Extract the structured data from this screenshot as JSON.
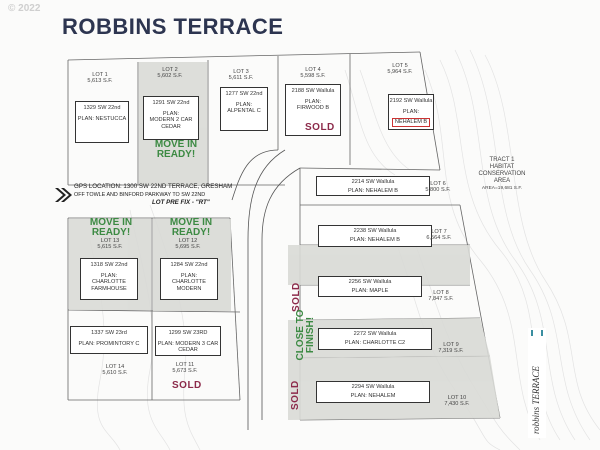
{
  "copyright": "© 2022",
  "title": "ROBBINS TERRACE",
  "gps": {
    "line1": "GPS LOCATION: 1300 SW 22ND TERRACE, GRESHAM",
    "line2": "OFF TOWLE AND BINFORD PARKWAY TO SW 22ND",
    "line3": "LOT PRE FIX - \"RT\""
  },
  "tract": {
    "name": "TRACT 1",
    "desc1": "HABITAT",
    "desc2": "CONSERVATION",
    "desc3": "AREA",
    "area": "AREA=19,681 S.F."
  },
  "lots": [
    {
      "lot": "LOT 1",
      "sf": "5,613 S.F.",
      "address": "1329 SW 22nd",
      "plan": "PLAN: NESTUCCA"
    },
    {
      "lot": "LOT 2",
      "sf": "5,602 S.F.",
      "address": "1291 SW 22nd",
      "plan": "PLAN:",
      "plan2": "MODERN 2 CAR",
      "plan3": "CEDAR"
    },
    {
      "lot": "LOT 3",
      "sf": "5,611 S.F.",
      "address": "1277 SW 22nd",
      "plan": "PLAN:",
      "plan2": "ALPENTAL C"
    },
    {
      "lot": "LOT 4",
      "sf": "5,598 S.F.",
      "address": "2188 SW Wallula",
      "plan": "PLAN:",
      "plan2": "FIRWOOD B"
    },
    {
      "lot": "LOT 5",
      "sf": "5,964 S.F.",
      "address": "2192 SW Wallula",
      "plan": "PLAN:",
      "plan2": "NEHALEM B"
    },
    {
      "lot": "LOT 6",
      "sf": "5,800 S.F.",
      "address": "2214 SW Wallula",
      "plan": "PLAN: NEHALEM B"
    },
    {
      "lot": "LOT 7",
      "sf": "6,564 S.F.",
      "address": "2238 SW Wallula",
      "plan": "PLAN: NEHALEM B"
    },
    {
      "lot": "LOT 8",
      "sf": "7,847 S.F.",
      "address": "2256 SW Wallula",
      "plan": "PLAN: MAPLE"
    },
    {
      "lot": "LOT 9",
      "sf": "7,319 S.F.",
      "address": "2272 SW Wallula",
      "plan": "PLAN: CHARLOTTE C2"
    },
    {
      "lot": "LOT 10",
      "sf": "7,430 S.F.",
      "address": "2294 SW Wallula",
      "plan": "PLAN: NEHALEM"
    },
    {
      "lot": "LOT 11",
      "sf": "5,673 S.F.",
      "address": "1299 SW 23RD",
      "plan": "PLAN: MODERN 3 CAR",
      "plan2": "CEDAR"
    },
    {
      "lot": "LOT 12",
      "sf": "5,695 S.F.",
      "address": "1284 SW 22nd",
      "plan": "PLAN:",
      "plan2": "CHARLOTTE",
      "plan3": "MODERN"
    },
    {
      "lot": "LOT 13",
      "sf": "5,615 S.F.",
      "address": "1318 SW 22nd",
      "plan": "PLAN:",
      "plan2": "CHARLOTTE",
      "plan3": "FARMHOUSE"
    },
    {
      "lot": "LOT 14",
      "sf": "5,610 S.F.",
      "address": "1337 SW 23rd",
      "plan": "PLAN: PROMINTORY C"
    }
  ],
  "status": {
    "sold": "SOLD",
    "move_in_ready_1": "MOVE IN",
    "move_in_ready_2": "READY!",
    "move_in_ready_2_lot2": "READY!",
    "close_to_finish_1": "CLOSE TO",
    "close_to_finish_2": "FINISH!"
  },
  "brand": "robbins TERRACE",
  "colors": {
    "sold": "#8c2a4a",
    "move_in": "#3c8a43",
    "title": "#2d3550",
    "lot_highlight": "#d9dad6"
  }
}
